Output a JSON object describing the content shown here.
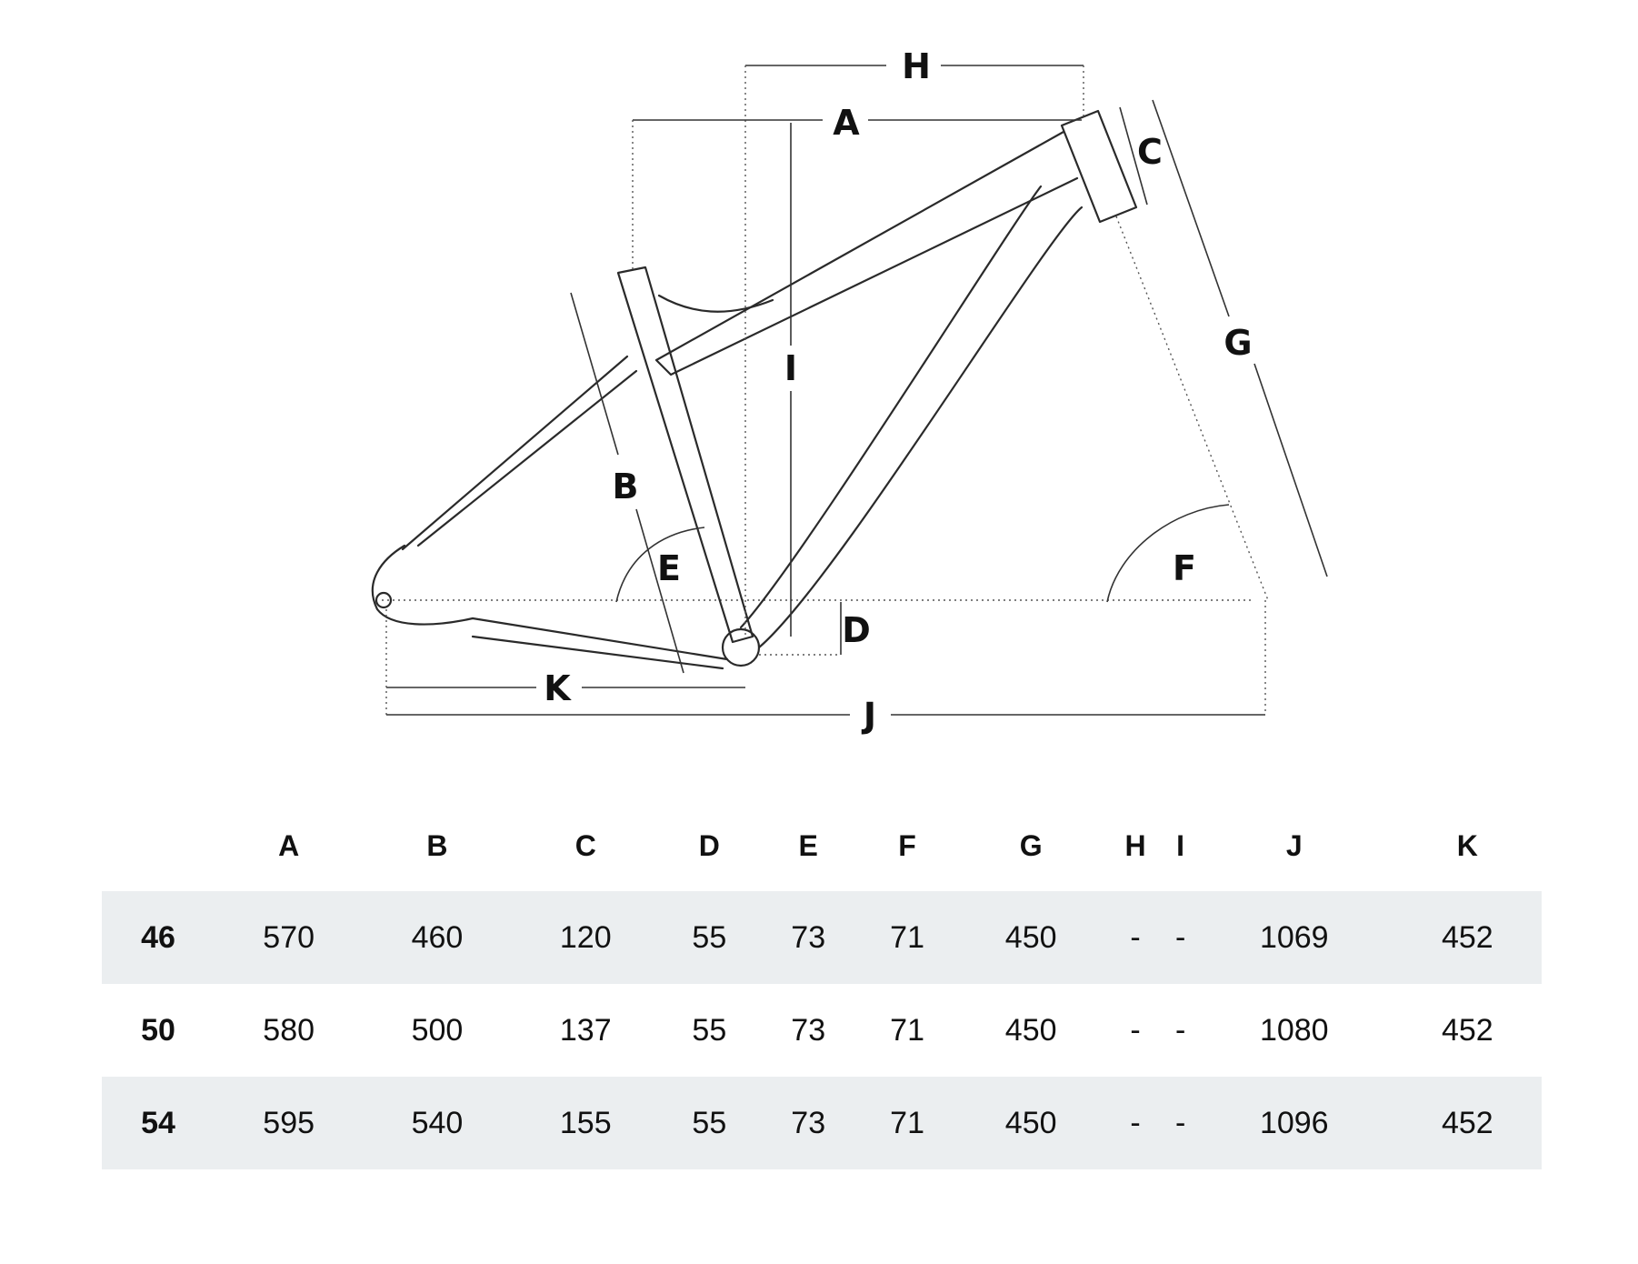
{
  "diagram": {
    "labels": {
      "A": "A",
      "B": "B",
      "C": "C",
      "D": "D",
      "E": "E",
      "F": "F",
      "G": "G",
      "H": "H",
      "I": "I",
      "J": "J",
      "K": "K"
    }
  },
  "table": {
    "headers": [
      "",
      "A",
      "B",
      "C",
      "D",
      "E",
      "F",
      "G",
      "H",
      "I",
      "J",
      "K"
    ],
    "rows": [
      {
        "size": "46",
        "values": [
          "570",
          "460",
          "120",
          "55",
          "73",
          "71",
          "450",
          "-",
          "-",
          "1069",
          "452"
        ]
      },
      {
        "size": "50",
        "values": [
          "580",
          "500",
          "137",
          "55",
          "73",
          "71",
          "450",
          "-",
          "-",
          "1080",
          "452"
        ]
      },
      {
        "size": "54",
        "values": [
          "595",
          "540",
          "155",
          "55",
          "73",
          "71",
          "450",
          "-",
          "-",
          "1096",
          "452"
        ]
      }
    ]
  }
}
